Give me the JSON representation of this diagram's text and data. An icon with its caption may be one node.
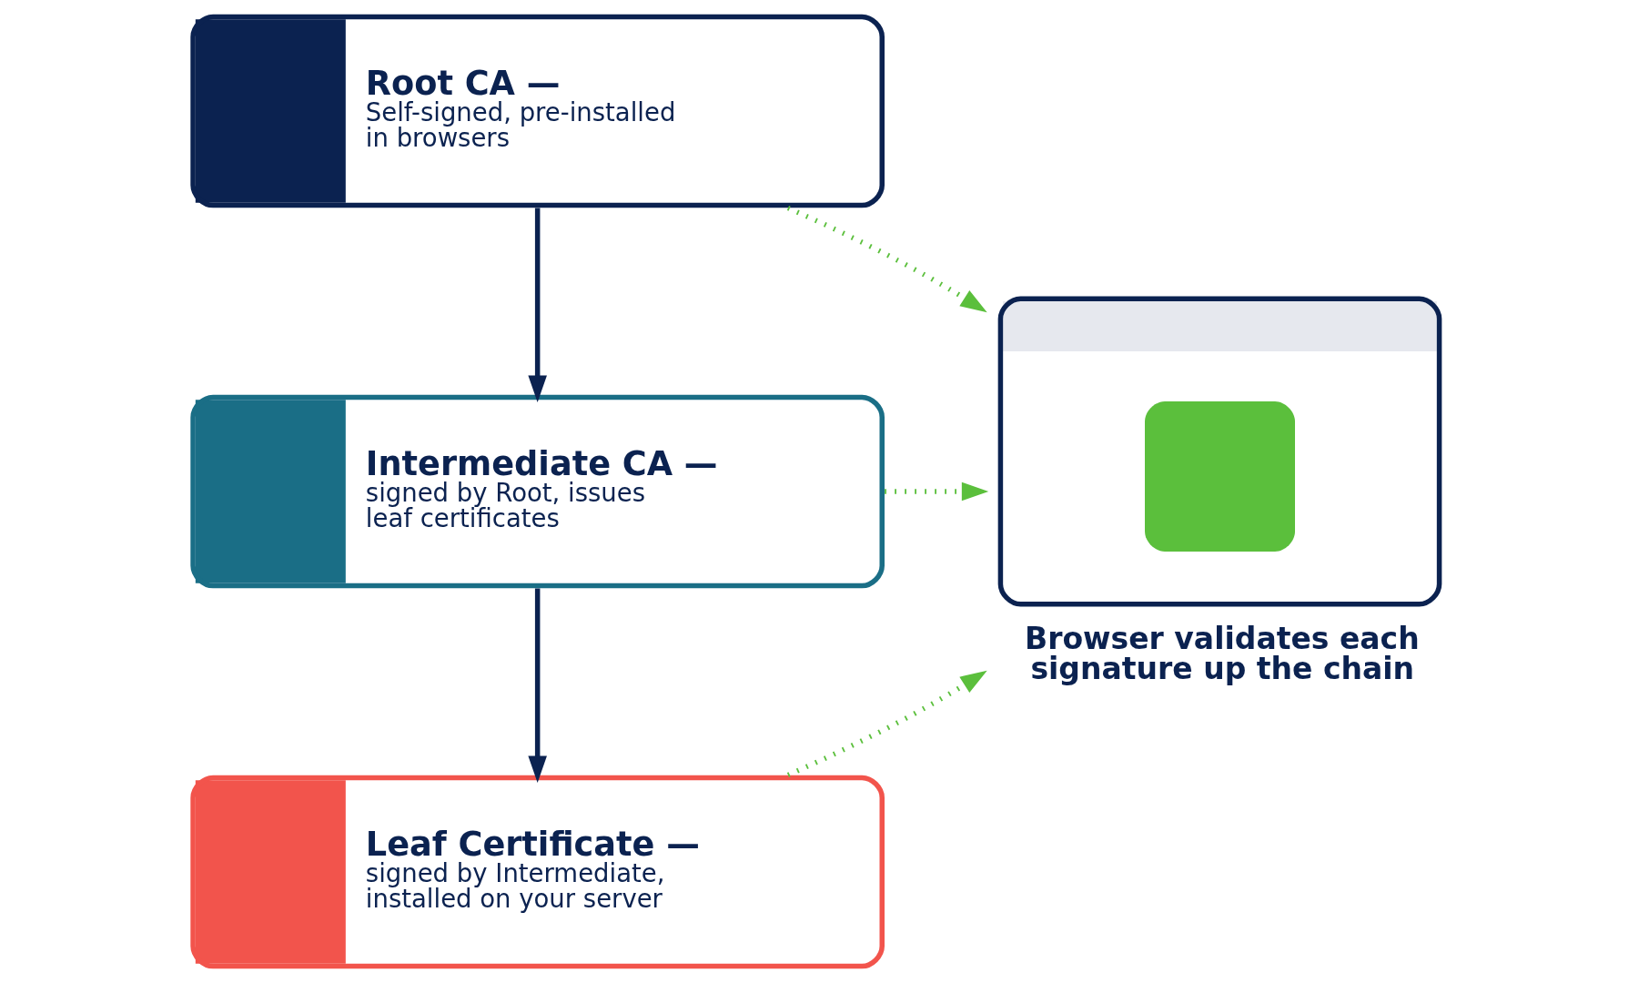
{
  "diagram": {
    "nodes": [
      {
        "text": [
          "Root CA —",
          "Self-signed, pre-installed in browsers"
        ]
      },
      {
        "text": [
          "Intermediate CA —",
          "signed by Root, issues leaf certificates"
        ]
      },
      {
        "text": [
          "Leaf Certificate —",
          "signed by Intermediate, installed on your server"
        ]
      },
      {
        "text": [],
        "shape": "box",
        "beside": [
          "Browser validates each signature up the chain"
        ]
      }
    ],
    "edges": [
      {
        "from": 0,
        "to": 1,
        "arrow": "to",
        "color": "#0b2250"
      },
      {
        "from": 1,
        "to": 2,
        "arrow": "to",
        "color": "#0b2250"
      },
      {
        "from": 0,
        "to": 3,
        "arrow": "to",
        "style": "dashed",
        "color": "#5bbf3c"
      },
      {
        "from": 1,
        "to": 3,
        "arrow": "to",
        "style": "dashed",
        "color": "#5bbf3c"
      },
      {
        "from": 2,
        "to": 3,
        "arrow": "to",
        "style": "dashed",
        "color": "#5bbf3c"
      }
    ]
  }
}
